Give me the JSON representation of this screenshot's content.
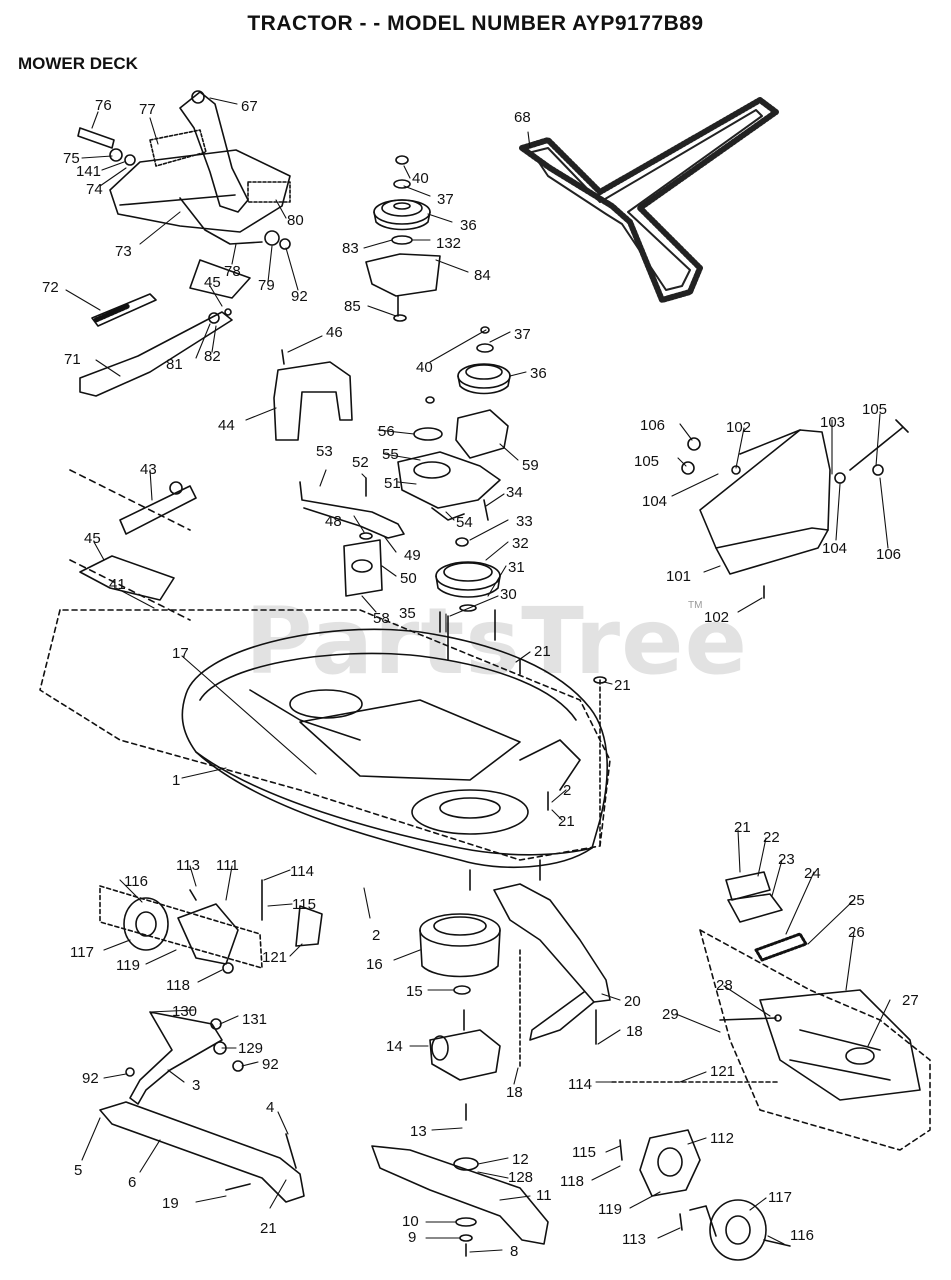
{
  "title": "TRACTOR - - MODEL NUMBER AYP9177B89",
  "subtitle": "MOWER DECK",
  "watermark": "PartsTree",
  "watermark_mark": "TM",
  "callouts": [
    {
      "id": "c76",
      "text": "76"
    },
    {
      "id": "c77",
      "text": "77"
    },
    {
      "id": "c67",
      "text": "67"
    },
    {
      "id": "c75",
      "text": "75"
    },
    {
      "id": "c141",
      "text": "141"
    },
    {
      "id": "c74",
      "text": "74"
    },
    {
      "id": "c73",
      "text": "73"
    },
    {
      "id": "c80",
      "text": "80"
    },
    {
      "id": "c78",
      "text": "78"
    },
    {
      "id": "c79",
      "text": "79"
    },
    {
      "id": "c92a",
      "text": "92"
    },
    {
      "id": "c72",
      "text": "72"
    },
    {
      "id": "c45a",
      "text": "45"
    },
    {
      "id": "c81",
      "text": "81"
    },
    {
      "id": "c82",
      "text": "82"
    },
    {
      "id": "c71",
      "text": "71"
    },
    {
      "id": "c40a",
      "text": "40"
    },
    {
      "id": "c37a",
      "text": "37"
    },
    {
      "id": "c36a",
      "text": "36"
    },
    {
      "id": "c132",
      "text": "132"
    },
    {
      "id": "c83",
      "text": "83"
    },
    {
      "id": "c84",
      "text": "84"
    },
    {
      "id": "c85",
      "text": "85"
    },
    {
      "id": "c68",
      "text": "68"
    },
    {
      "id": "c46",
      "text": "46"
    },
    {
      "id": "c44",
      "text": "44"
    },
    {
      "id": "c37b",
      "text": "37"
    },
    {
      "id": "c40b",
      "text": "40"
    },
    {
      "id": "c36b",
      "text": "36"
    },
    {
      "id": "c56",
      "text": "56"
    },
    {
      "id": "c59",
      "text": "59"
    },
    {
      "id": "c55",
      "text": "55"
    },
    {
      "id": "c53",
      "text": "53"
    },
    {
      "id": "c52",
      "text": "52"
    },
    {
      "id": "c51",
      "text": "51"
    },
    {
      "id": "c34",
      "text": "34"
    },
    {
      "id": "c48",
      "text": "48"
    },
    {
      "id": "c54",
      "text": "54"
    },
    {
      "id": "c33",
      "text": "33"
    },
    {
      "id": "c49",
      "text": "49"
    },
    {
      "id": "c32",
      "text": "32"
    },
    {
      "id": "c50",
      "text": "50"
    },
    {
      "id": "c31",
      "text": "31"
    },
    {
      "id": "c58",
      "text": "58"
    },
    {
      "id": "c35",
      "text": "35"
    },
    {
      "id": "c30",
      "text": "30"
    },
    {
      "id": "c21a",
      "text": "21"
    },
    {
      "id": "c21b",
      "text": "21"
    },
    {
      "id": "c106a",
      "text": "106"
    },
    {
      "id": "c102a",
      "text": "102"
    },
    {
      "id": "c103",
      "text": "103"
    },
    {
      "id": "c105a",
      "text": "105"
    },
    {
      "id": "c105b",
      "text": "105"
    },
    {
      "id": "c104a",
      "text": "104"
    },
    {
      "id": "c104b",
      "text": "104"
    },
    {
      "id": "c106b",
      "text": "106"
    },
    {
      "id": "c101",
      "text": "101"
    },
    {
      "id": "c102b",
      "text": "102"
    },
    {
      "id": "c43",
      "text": "43"
    },
    {
      "id": "c45b",
      "text": "45"
    },
    {
      "id": "c41",
      "text": "41"
    },
    {
      "id": "c17",
      "text": "17"
    },
    {
      "id": "c1",
      "text": "1"
    },
    {
      "id": "c2a",
      "text": "2"
    },
    {
      "id": "c21c",
      "text": "21"
    },
    {
      "id": "c21d",
      "text": "21"
    },
    {
      "id": "c22",
      "text": "22"
    },
    {
      "id": "c23",
      "text": "23"
    },
    {
      "id": "c24",
      "text": "24"
    },
    {
      "id": "c25",
      "text": "25"
    },
    {
      "id": "c26",
      "text": "26"
    },
    {
      "id": "c27",
      "text": "27"
    },
    {
      "id": "c28",
      "text": "28"
    },
    {
      "id": "c29",
      "text": "29"
    },
    {
      "id": "c116a",
      "text": "116"
    },
    {
      "id": "c113a",
      "text": "113"
    },
    {
      "id": "c111",
      "text": "111"
    },
    {
      "id": "c114a",
      "text": "114"
    },
    {
      "id": "c115a",
      "text": "115"
    },
    {
      "id": "c117a",
      "text": "117"
    },
    {
      "id": "c119a",
      "text": "119"
    },
    {
      "id": "c118a",
      "text": "118"
    },
    {
      "id": "c121a",
      "text": "121"
    },
    {
      "id": "c2b",
      "text": "2"
    },
    {
      "id": "c16",
      "text": "16"
    },
    {
      "id": "c15",
      "text": "15"
    },
    {
      "id": "c20",
      "text": "20"
    },
    {
      "id": "c14",
      "text": "14"
    },
    {
      "id": "c18a",
      "text": "18"
    },
    {
      "id": "c18b",
      "text": "18"
    },
    {
      "id": "c130",
      "text": "130"
    },
    {
      "id": "c131",
      "text": "131"
    },
    {
      "id": "c129",
      "text": "129"
    },
    {
      "id": "c92b",
      "text": "92"
    },
    {
      "id": "c92c",
      "text": "92"
    },
    {
      "id": "c3",
      "text": "3"
    },
    {
      "id": "c4",
      "text": "4"
    },
    {
      "id": "c5",
      "text": "5"
    },
    {
      "id": "c6",
      "text": "6"
    },
    {
      "id": "c19",
      "text": "19"
    },
    {
      "id": "c21e",
      "text": "21"
    },
    {
      "id": "c13",
      "text": "13"
    },
    {
      "id": "c12",
      "text": "12"
    },
    {
      "id": "c128",
      "text": "128"
    },
    {
      "id": "c11",
      "text": "11"
    },
    {
      "id": "c10",
      "text": "10"
    },
    {
      "id": "c9",
      "text": "9"
    },
    {
      "id": "c8",
      "text": "8"
    },
    {
      "id": "c114b",
      "text": "114"
    },
    {
      "id": "c121b",
      "text": "121"
    },
    {
      "id": "c115b",
      "text": "115"
    },
    {
      "id": "c112",
      "text": "112"
    },
    {
      "id": "c118b",
      "text": "118"
    },
    {
      "id": "c119b",
      "text": "119"
    },
    {
      "id": "c117b",
      "text": "117"
    },
    {
      "id": "c113b",
      "text": "113"
    },
    {
      "id": "c116b",
      "text": "116"
    }
  ]
}
